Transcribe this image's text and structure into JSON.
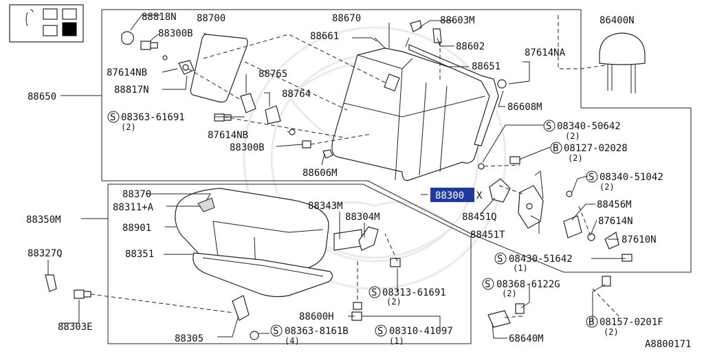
{
  "parts": {
    "p88818N": "88818N",
    "p88700": "88700",
    "p88670": "88670",
    "p88603M": "88603M",
    "p86400N": "86400N",
    "p88300B_a": "88300B",
    "p88661": "88661",
    "p88602": "88602",
    "p87614NA": "87614NA",
    "p88651": "88651",
    "p87614NB_a": "87614NB",
    "p88765": "88765",
    "p88817N": "88817N",
    "p88764": "88764",
    "p86608M": "86608M",
    "p88650": "88650",
    "p08363_61691": "08363-61691",
    "p87614NB_b": "87614NB",
    "p88300B_b": "88300B",
    "p88606M": "88606M",
    "p08340_50642": "08340-50642",
    "p08127_02028": "08127-02028",
    "p08340_51042": "08340-51042",
    "p88370": "88370",
    "p88311A": "88311+A",
    "p88343M": "88343M",
    "p88300": "88300",
    "p88451Q": "88451Q",
    "p88456M": "88456M",
    "p88304M": "88304M",
    "p88350M": "88350M",
    "p88901": "88901",
    "p87614N": "87614N",
    "p88451T": "88451T",
    "p87610N": "87610N",
    "p88327Q": "88327Q",
    "p88351": "88351",
    "p08430_51642": "08430-51642",
    "p08313_61691": "08313-61691",
    "p08368_6122G": "08368-6122G",
    "p88600H": "88600H",
    "p88303E": "88303E",
    "p08310_41097": "08310-41097",
    "p08157_0201F": "08157-0201F",
    "p88305": "88305",
    "p08363_8161B": "08363-8161B",
    "p68640M": "68640M"
  },
  "quantities": {
    "q08363_61691": "(2)",
    "q08340_50642": "(2)",
    "q08127_02028": "(2)",
    "q08340_51042": "(2)",
    "q08430_51642": "(1)",
    "q08313_61691": "(2)",
    "q08368_6122G": "(2)",
    "q08310_41097": "(1)",
    "q08157_0201F": "(2)",
    "q08363_8161B": "(4)"
  },
  "marks": {
    "s": "S",
    "b": "B",
    "x": "X"
  },
  "highlight": {
    "color": "#1f3a9e",
    "text_color": "#ffffff"
  },
  "footer": {
    "code": "A8800171"
  }
}
